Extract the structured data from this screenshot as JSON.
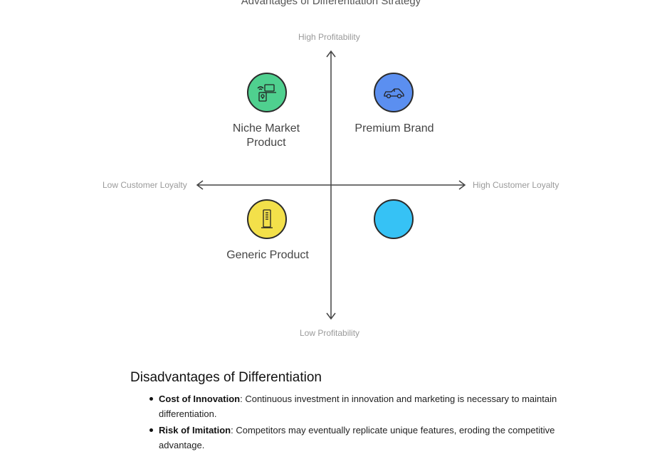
{
  "diagram": {
    "title": "Advantages of Differentiation Strategy",
    "axes": {
      "y_top": "High Profitability",
      "y_bottom": "Low Profitability",
      "x_left": "Low Customer Loyalty",
      "x_right": "High Customer Loyalty"
    },
    "quadrants": [
      {
        "label": "Niche Market Product",
        "color": "#4fd08f",
        "icon": "tech-devices-icon"
      },
      {
        "label": "Premium Brand",
        "color": "#5b8ff0",
        "icon": "car-icon"
      },
      {
        "label": "Generic Product",
        "color": "#f3e04a",
        "icon": "server-tower-icon"
      },
      {
        "label": "",
        "color": "#36c2f5",
        "icon": ""
      }
    ]
  },
  "section": {
    "heading": "Disadvantages of Differentiation",
    "items": [
      {
        "term": "Cost of Innovation",
        "text": ": Continuous investment in innovation and marketing is necessary to maintain differentiation."
      },
      {
        "term": "Risk of Imitation",
        "text": ": Competitors may eventually replicate unique features, eroding the competitive advantage."
      }
    ]
  }
}
